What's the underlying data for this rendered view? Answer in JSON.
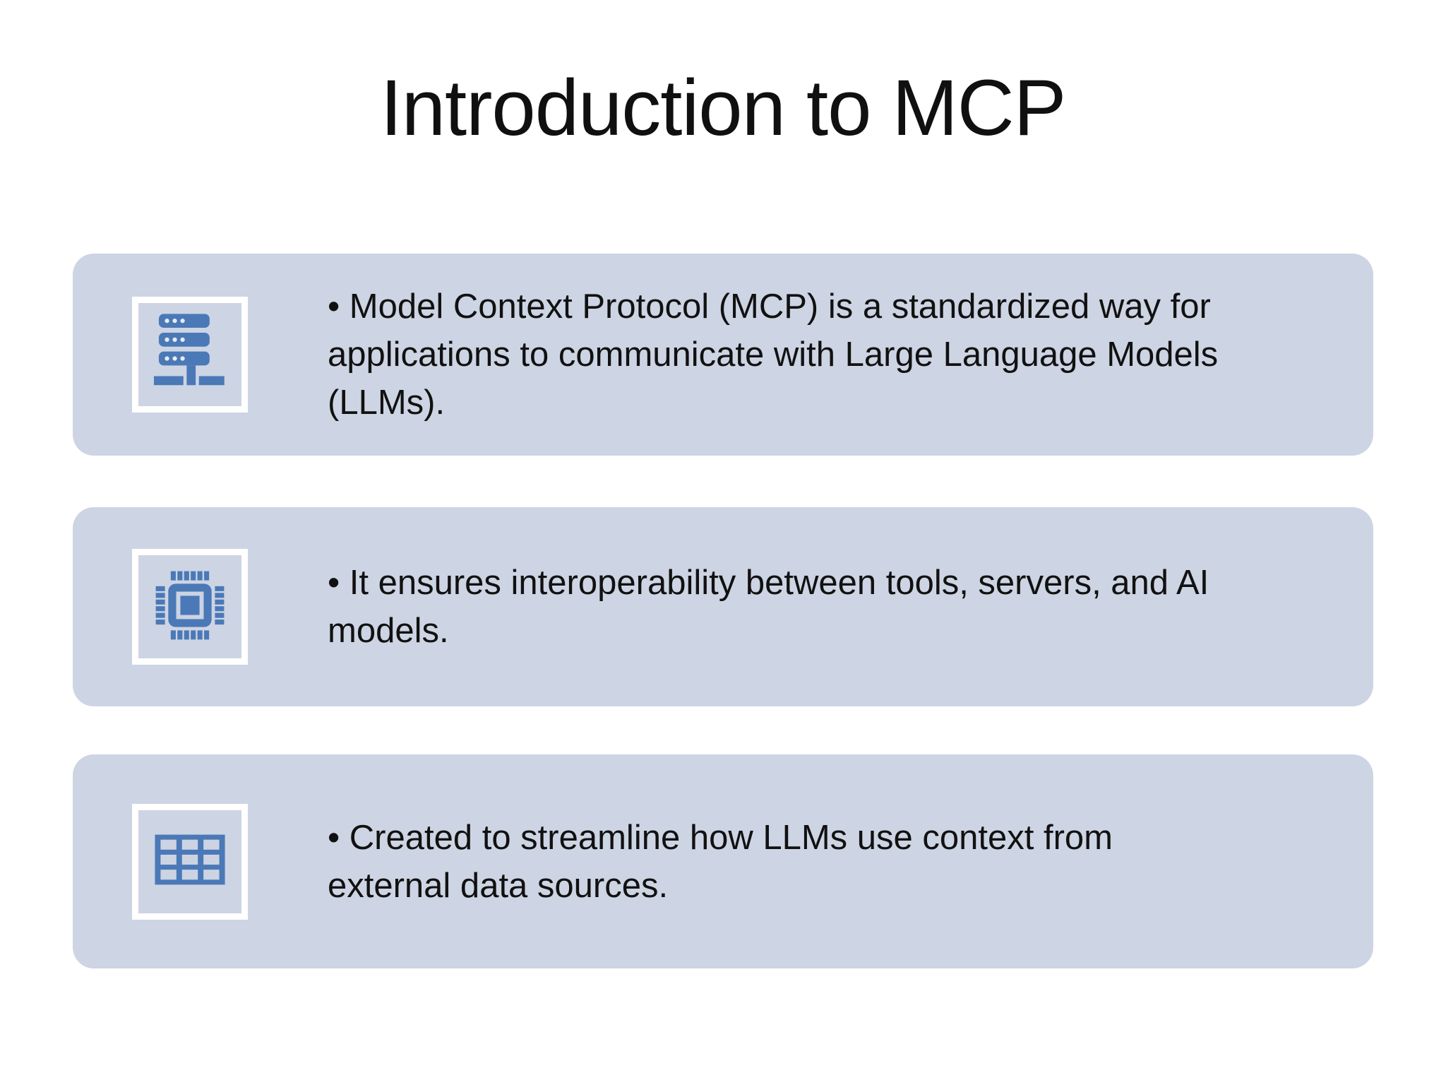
{
  "title": "Introduction to MCP",
  "colors": {
    "page_bg": "#ffffff",
    "card_bg": "#cdd4e3",
    "icon_blue": "#4b79b7",
    "icon_frame_border": "#ffffff",
    "icon_cutout": "#ccd3e2",
    "text": "#111111"
  },
  "cards": [
    {
      "icon": "server-icon",
      "text": "• Model Context Protocol (MCP) is a standardized way for\napplications to communicate with Large Language Models\n(LLMs)."
    },
    {
      "icon": "chip-icon",
      "text": "• It ensures interoperability between tools, servers, and AI\nmodels."
    },
    {
      "icon": "table-icon",
      "text": "• Created to streamline how LLMs use context from\nexternal data sources."
    }
  ]
}
